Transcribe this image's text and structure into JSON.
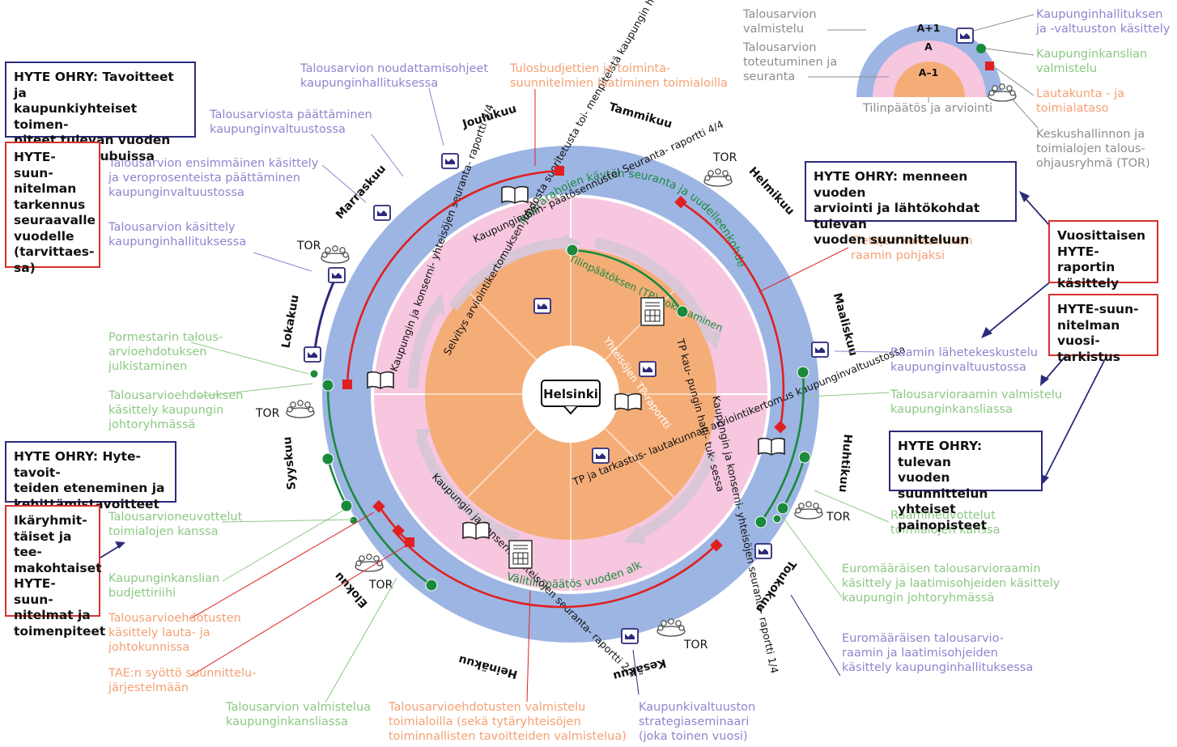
{
  "center": {
    "title": "Helsinki"
  },
  "months": [
    "Tammikuu",
    "Helmikuu",
    "Maaliskuu",
    "Huhtikuu",
    "Toukokuu",
    "Kesäkuu",
    "Heinäkuu",
    "Elokuu",
    "Syyskuu",
    "Lokakuu",
    "Marraskuu",
    "Joulukuu"
  ],
  "tor": "TOR",
  "pink_ring": {
    "top": "Määrärahojen käytön seuranta ja uudelleenkohdentaminen",
    "bottom": "Välitilinpäätös vuoden alkupuoliskolta"
  },
  "inner": {
    "raportti_44": "Kaupungin tilin- päätösennuste/ Seuranta- raportti 4/4",
    "raportti_34": "Kaupungin ja konserni- yhteisöjen seuranta- raportti 3/4",
    "selvitys": "Selvitys arviointikertomuksen johdosta suoritetusta toi- menpiteistä kaupungin hallituksessa",
    "tp_kokoaminen": "Tilinpäätöksen (TP) koko- aminen",
    "tp_hallitus": "TP kau- pungin halli- tuk- sessa",
    "yhteisojen_tp": "Yhteisöjen TP-raportti",
    "raportti_14": "Kaupungin ja konserni- yhteisöjen seuranta- raportti 1/4",
    "tp_tarkastus": "TP ja tarkastus- lautakunnan arviointikertomus kaupunginvaltuustossa",
    "raportti_24": "Kaupungin ja konserni- yhteisöjen seuranta- raportti 2/4"
  },
  "legend": {
    "a_plus": "A+1",
    "a": "A",
    "a_minus": "A–1",
    "valmistelu": "Talousarvion valmistelu",
    "toteutuminen": "Talousarvion toteutuminen ja seuranta",
    "tilinpaatos": "Tilinpäätös ja arviointi",
    "khall": "Kaupunginhallituksen ja -valtuuston käsittely",
    "kanslia": "Kaupunginkanslian valmistelu",
    "lautakunta": "Lautakunta - ja toimialataso",
    "keskus": "Keskushallinnon ja toimialojen talous- ohjausryhmä (TOR)"
  },
  "annotations": {
    "noudattamisohjeet": "Talousarvion noudattamisohjeet kaupunginhallituksessa",
    "tulosbudjettien": "Tulosbudjettien ja toiminta- suunnitelmien laatiminen toimialoilla",
    "paattaminen": "Talousarviosta päättäminen kaupunginvaltuustossa",
    "ensimmainen": "Talousarvion ensimmäinen käsittely ja veroprosenteista päättäminen kaupunginvaltuustossa",
    "kasittely_khall": "Talousarvion käsittely kaupunginhallituksessa",
    "pormestarin": "Pormestarin talous- arvioehdotuksen julkistaminen",
    "johtoryhma": "Talousarvioehdotuksen käsittely kaupungin johtoryhmässä",
    "neuvottelut": "Talousarvioneuvottelut toimialojen kanssa",
    "budjettiriihi": "Kaupunginkanslian budjettiriihi",
    "lautajohto": "Talousarvioehdotusten käsittely lauta- ja johtokunnissa",
    "tae": "TAE:n syöttö suunnittelu- järjestelmään",
    "valmistelua_kanslia": "Talousarvion valmistelua kaupunginkansliassa",
    "ehdotusten_valmistelu": "Talousarvioehdotusten valmistelu toimialoilla (sekä tytäryhteisöjen toiminnallisten tavoitteiden valmistelua)",
    "strategiaseminaari": "Kaupunkivaltuuston strategiaseminaari (joka toinen vuosi)",
    "euro_khall": "Euromääräisen talousarvio- raamin ja laatimisohjeiden käsittely kaupunginhallituksessa",
    "euro_johto": "Euromääräisen talousarvioraamin käsittely ja laatimisohjeiden käsittely kaupungin johtoryhmässä",
    "raamineuvottelut": "Raamineuvottelut toimialojen kanssa",
    "raamin_valmistelu": "Talousarvioraamin valmistelu kaupunginkansliassa",
    "lahetekeskustelu": "Raamin lähetekeskustelu kaupunginvaltuustossa",
    "tietojen": "Tietojen kokoaminen raamin pohjaksi"
  },
  "boxes": {
    "tavoitteet": [
      "HYTE OHRY: Tavoitteet ja",
      "kaupunkiyhteiset toimen-",
      "piteet tulevan vuoden",
      "tosuissa ja tubuissa"
    ],
    "tarkennus": [
      "HYTE- suun-",
      "nitelman",
      "tarkennus",
      "seuraavalle",
      "vuodelle",
      "(tarvittaes-",
      "sa)"
    ],
    "menneen": [
      "HYTE OHRY: menneen vuoden",
      "arviointi ja lähtökohdat tulevan",
      "vuoden suunnitteluun"
    ],
    "vuosittaisen": [
      "Vuosittaisen",
      "HYTE-raportin",
      "käsittely"
    ],
    "vuositarkistus": [
      "HYTE-suun-",
      "nitelman vuosi-",
      "tarkistus"
    ],
    "painopisteet": [
      "HYTE OHRY: tulevan",
      "vuoden suunnittelun",
      "yhteiset painopisteet"
    ],
    "eteneminen": [
      "HYTE OHRY: Hyte-tavoit-",
      "teiden eteneminen ja",
      "kehittämistavoitteet"
    ],
    "ikaryhmit": [
      "Ikäryhmit-",
      "täiset ja tee-",
      "makohtaiset",
      "HYTE-suun-",
      "nitelmat ja",
      "toimenpiteet"
    ]
  },
  "colors": {
    "blue_ring": "#9db5e3",
    "pink_ring": "#f6c7de",
    "orange_core": "#f5ad78",
    "red": "#e02020",
    "green": "#1a8a3c",
    "navy": "#2c2a7a"
  }
}
